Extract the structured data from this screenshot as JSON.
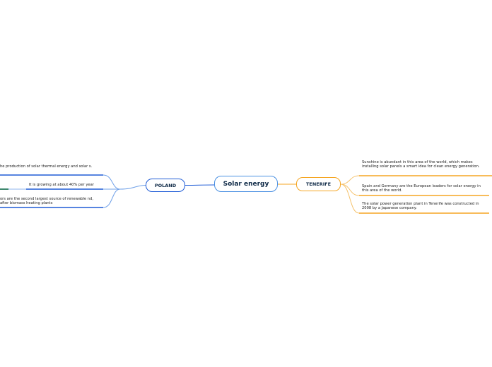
{
  "central": {
    "label": "Solar energy"
  },
  "branches": {
    "poland": {
      "label": "POLAND",
      "color": "#1e5bd6",
      "items": [
        "he production of solar thermal energy and solar s.",
        "It is growing at about 40% per year",
        "ors are the second largest source of renewable nd, after biomass heating plants"
      ]
    },
    "tenerife": {
      "label": "TENERIFE",
      "color": "#f5a623",
      "items": [
        "Sunshine is abundant in this area of the world, which makes installing solar panels a smart idea for clean energy generation.",
        "Spain and Germany are the European leaders for solar energy in this area of the world.",
        "The solar power generation plant in Tenerife was constructed in 2008 by a Japanese company."
      ]
    }
  }
}
